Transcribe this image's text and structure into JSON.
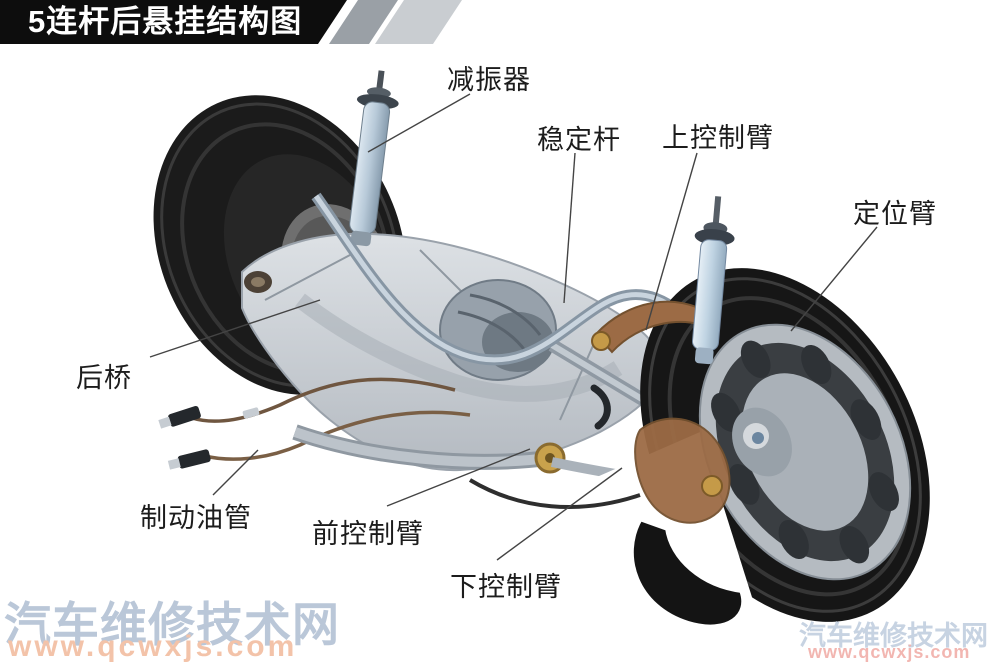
{
  "banner": {
    "title": "5连杆后悬挂结构图",
    "bg_color": "#0d0d0d",
    "stripe_dark": "#9aa0a6",
    "stripe_light": "#c9cdd1",
    "text_color": "#ffffff"
  },
  "callouts": {
    "shock_absorber": {
      "label": "减振器"
    },
    "stabilizer_bar": {
      "label": "稳定杆"
    },
    "upper_control_arm": {
      "label": "上控制臂"
    },
    "locating_arm": {
      "label": "定位臂"
    },
    "rear_axle": {
      "label": "后桥"
    },
    "brake_pipe": {
      "label": "制动油管"
    },
    "front_control_arm": {
      "label": "前控制臂"
    },
    "lower_control_arm": {
      "label": "下控制臂"
    }
  },
  "watermarks": {
    "bottom_left": {
      "site_name": "汽车维修技术网",
      "url": "www.qcwxjs.com",
      "name_color": "#bac7d8",
      "url_color": "#f3c3a9"
    },
    "bottom_right": {
      "site_name": "汽车维修技术网",
      "url": "www.qcwxjs.com",
      "name_color": "#c2cfdf",
      "url_color": "#f2b3ad"
    }
  }
}
